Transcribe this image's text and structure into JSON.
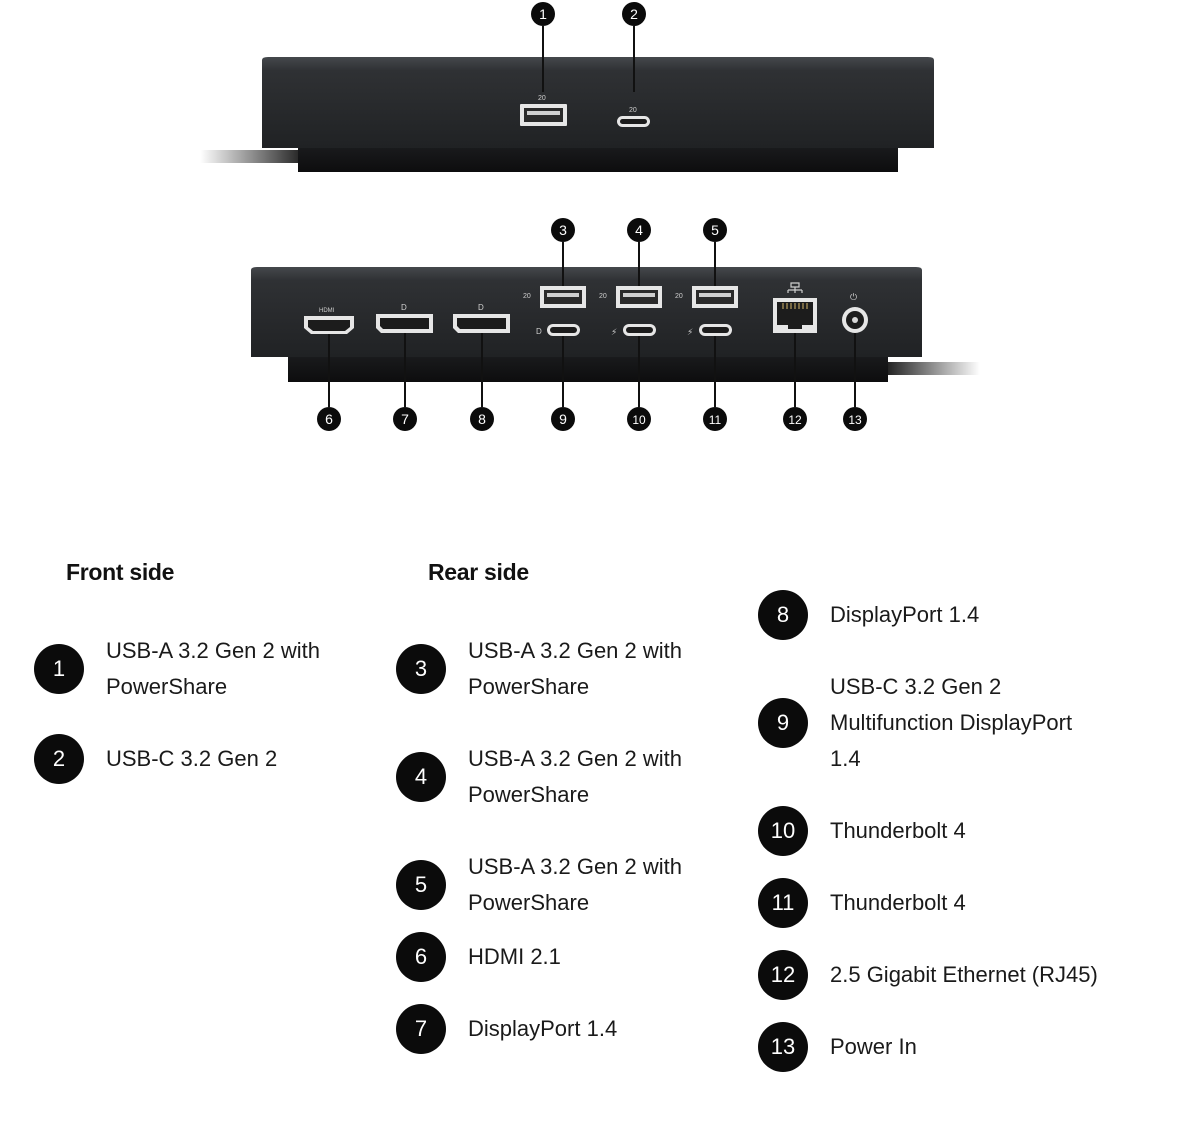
{
  "front_heading": "Front side",
  "rear_heading": "Rear side",
  "port_glyphs": {
    "hdmi": "HDMI",
    "usb_speed": "20",
    "thunderbolt": "⚡",
    "dp": "D",
    "power": "⏻"
  },
  "callouts": [
    "1",
    "2",
    "3",
    "4",
    "5",
    "6",
    "7",
    "8",
    "9",
    "10",
    "11",
    "12",
    "13"
  ],
  "front_items": [
    {
      "num": "1",
      "lines": [
        "USB-A 3.2 Gen 2 with",
        "PowerShare"
      ]
    },
    {
      "num": "2",
      "lines": [
        "USB-C 3.2 Gen 2"
      ]
    }
  ],
  "rear_items_col1": [
    {
      "num": "3",
      "lines": [
        "USB-A 3.2 Gen 2 with",
        "PowerShare"
      ]
    },
    {
      "num": "4",
      "lines": [
        "USB-A 3.2 Gen 2 with",
        "PowerShare"
      ]
    },
    {
      "num": "5",
      "lines": [
        "USB-A 3.2 Gen 2 with",
        "PowerShare"
      ]
    },
    {
      "num": "6",
      "lines": [
        "HDMI 2.1"
      ]
    },
    {
      "num": "7",
      "lines": [
        "DisplayPort 1.4"
      ]
    }
  ],
  "rear_items_col2": [
    {
      "num": "8",
      "lines": [
        "DisplayPort 1.4"
      ]
    },
    {
      "num": "9",
      "lines": [
        "USB-C 3.2 Gen 2",
        "Multifunction DisplayPort",
        "1.4"
      ]
    },
    {
      "num": "10",
      "lines": [
        "Thunderbolt 4"
      ]
    },
    {
      "num": "11",
      "lines": [
        "Thunderbolt 4"
      ]
    },
    {
      "num": "12",
      "lines": [
        "2.5 Gigabit Ethernet (RJ45)"
      ]
    },
    {
      "num": "13",
      "lines": [
        "Power In"
      ]
    }
  ],
  "colors": {
    "device": "#2a2c2f",
    "device_top": "#3c3f43",
    "badge": "#0b0b0b",
    "port": "#f2f2f2"
  }
}
